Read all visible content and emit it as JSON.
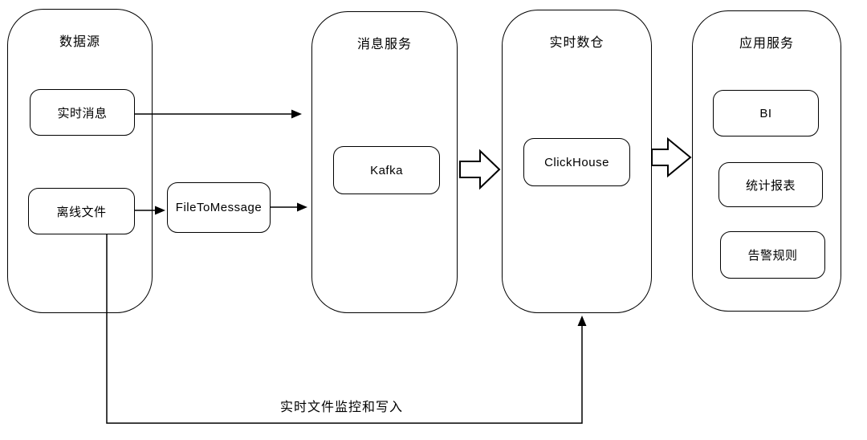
{
  "diagram": {
    "containers": [
      {
        "title": "数据源"
      },
      {
        "title": "消息服务"
      },
      {
        "title": "实时数仓"
      },
      {
        "title": "应用服务"
      }
    ],
    "nodes": {
      "realtime_message": "实时消息",
      "offline_file": "离线文件",
      "file_to_message": "FileToMessage",
      "kafka": "Kafka",
      "clickhouse": "ClickHouse",
      "bi": "BI",
      "stat_report": "统计报表",
      "alert_rule": "告警规则"
    },
    "edge_labels": {
      "file_monitor": "实时文件监控和写入"
    },
    "colors": {
      "stroke": "#000000",
      "background": "#ffffff",
      "text": "#000000"
    }
  }
}
